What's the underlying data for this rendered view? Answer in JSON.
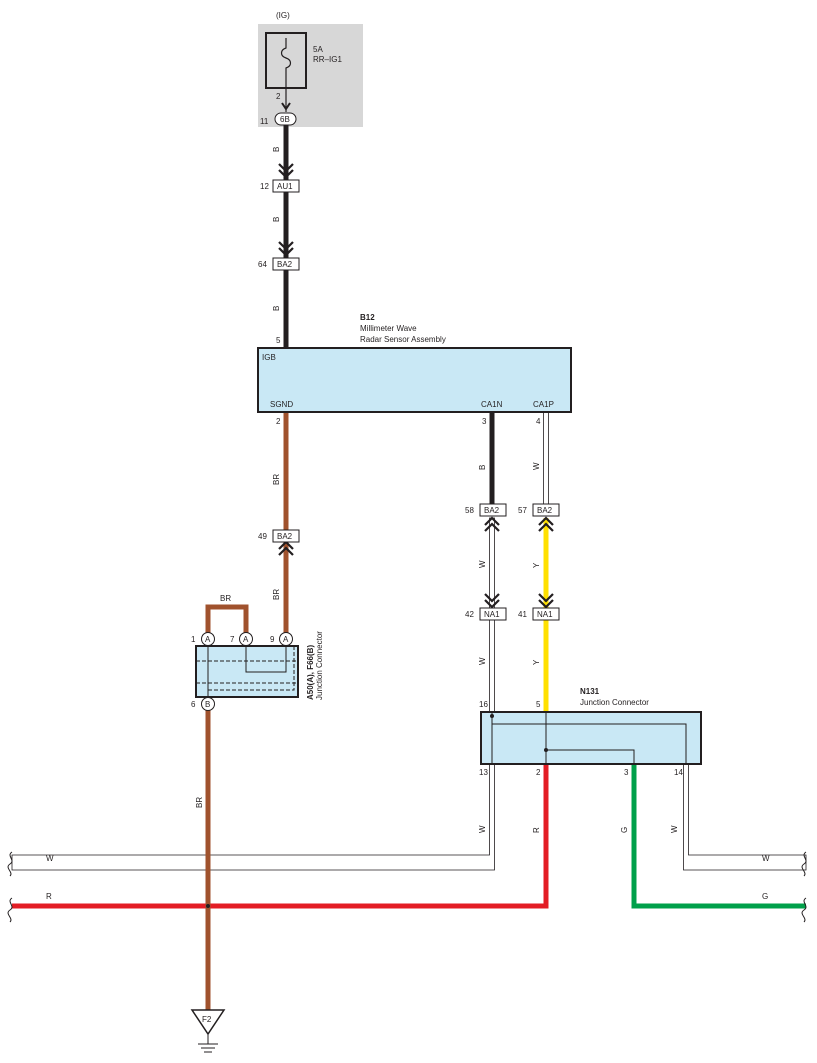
{
  "colors": {
    "black": "#231f20",
    "brown": "#a0522d",
    "red": "#e31d25",
    "green": "#00a04a",
    "yellow": "#ffe000",
    "white_wire_fill": "#ffffff",
    "component_fill": "#c9e8f5",
    "fuse_box_fill": "#d7d7d7"
  },
  "fuse": {
    "circuit": "(IG)",
    "rating": "5A",
    "name": "RR–IG1",
    "pin": "2",
    "pin_out": "11",
    "connector": "6B"
  },
  "connectors_inline": [
    {
      "id": "au1",
      "pin": "12",
      "name": "AU1"
    },
    {
      "id": "ba2-64",
      "pin": "64",
      "name": "BA2"
    },
    {
      "id": "ba2-49",
      "pin": "49",
      "name": "BA2"
    },
    {
      "id": "ba2-58",
      "pin": "58",
      "name": "BA2"
    },
    {
      "id": "ba2-57",
      "pin": "57",
      "name": "BA2"
    },
    {
      "id": "na1-42",
      "pin": "42",
      "name": "NA1"
    },
    {
      "id": "na1-41",
      "pin": "41",
      "name": "NA1"
    }
  ],
  "wire_colors": {
    "b": "B",
    "br": "BR",
    "w": "W",
    "y": "Y",
    "r": "R",
    "g": "G"
  },
  "b12": {
    "code": "B12",
    "name_line1": "Millimeter Wave",
    "name_line2": "Radar Sensor Assembly",
    "pin_igb": "IGB",
    "pin_igb_no": "5",
    "pin_sgnd": "SGND",
    "pin_sgnd_no": "2",
    "pin_ca1n": "CA1N",
    "pin_ca1n_no": "3",
    "pin_ca1p": "CA1P",
    "pin_ca1p_no": "4"
  },
  "jc_a50": {
    "code": "A50(A), F66(B)",
    "name": "Junction Connector",
    "pin1": "1",
    "pin7": "7",
    "pin9": "9",
    "pin6": "6",
    "letter_a": "A",
    "letter_b": "B"
  },
  "n131": {
    "code": "N131",
    "name": "Junction Connector",
    "pin16": "16",
    "pin5": "5",
    "pin13": "13",
    "pin2": "2",
    "pin3": "3",
    "pin14": "14"
  },
  "ground": {
    "name": "F2"
  }
}
